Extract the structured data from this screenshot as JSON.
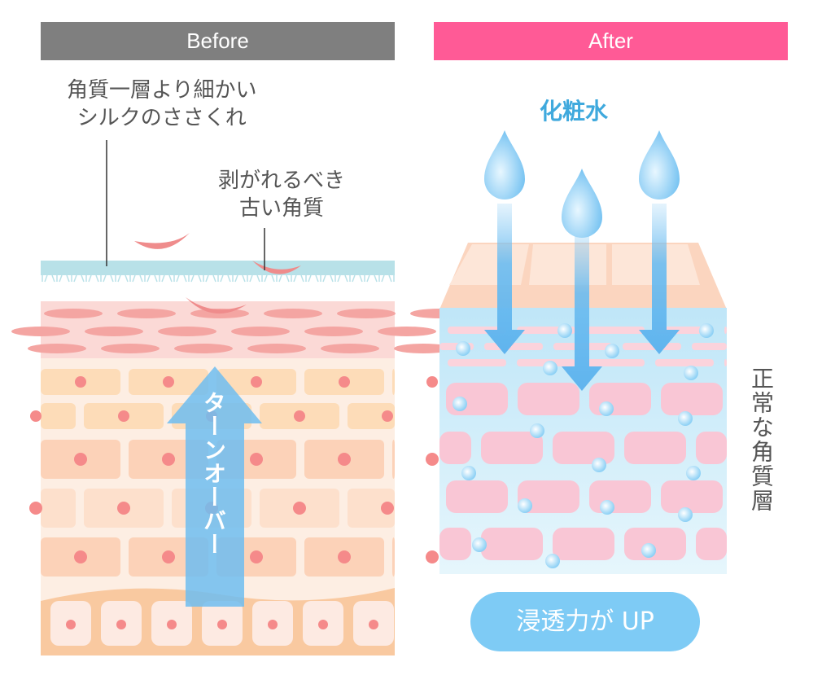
{
  "before": {
    "header": "Before",
    "label_silk": [
      "角質一層より細かい",
      "シルクのささくれ"
    ],
    "label_old": [
      "剥がれるべき",
      "古い角質"
    ],
    "turnover": "ターンオーバー"
  },
  "after": {
    "header": "After",
    "lotion": "化粧水",
    "layer_label": "正常な角質層",
    "button": "浸透力が UP"
  },
  "colors": {
    "before_header": "#7f7f7f",
    "after_header": "#ff5a96",
    "water": "#7ecbf5"
  }
}
